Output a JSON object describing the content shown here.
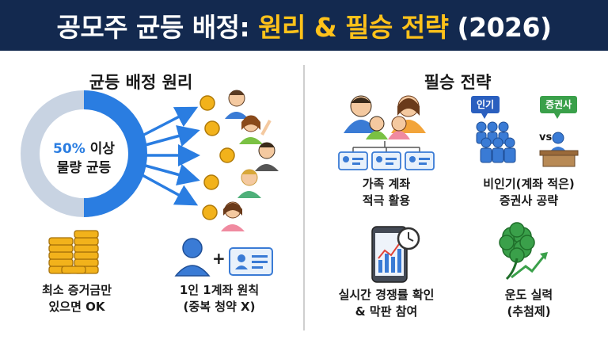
{
  "header": {
    "title_part1": "공모주 균등 배정: ",
    "title_part2": "원리 & 필승 전략",
    "title_part3": " (2026)"
  },
  "left_section": {
    "title": "균등 배정 원리",
    "ring": {
      "highlight": "50%",
      "line1_rest": " 이상",
      "line2": "물량 균등",
      "fill_percent": 50
    },
    "items": [
      {
        "icon": "coin-stack-icon",
        "line1": "최소 증거금만",
        "line2": "있으면 OK"
      },
      {
        "icon": "person-account-icon",
        "line1": "1인 1계좌 원칙",
        "line2": "(중복 청약 X)"
      }
    ]
  },
  "right_section": {
    "title": "필승 전략",
    "strategies": [
      {
        "icon": "family-accounts-icon",
        "line1": "가족 계좌",
        "line2": "적극 활용"
      },
      {
        "icon": "crowd-vs-desk-icon",
        "line1": "비인기(계좌 적은)",
        "line2": "증권사 공략",
        "badge_left": "인기",
        "badge_right": "증권사",
        "vs": "vs"
      },
      {
        "icon": "phone-chart-clock-icon",
        "line1": "실시간 경쟁률 확인",
        "line2": "& 막판 참여"
      },
      {
        "icon": "four-leaf-clover-icon",
        "line1": "운도 실력",
        "line2": "(추첨제)"
      }
    ]
  },
  "colors": {
    "header_bg": "#13294f",
    "accent_yellow": "#ffc21a",
    "accent_blue": "#2a7de1",
    "ring_grey": "#c8d3e2",
    "coin_gold": "#f2b21b",
    "clover_green": "#3aa04a"
  }
}
